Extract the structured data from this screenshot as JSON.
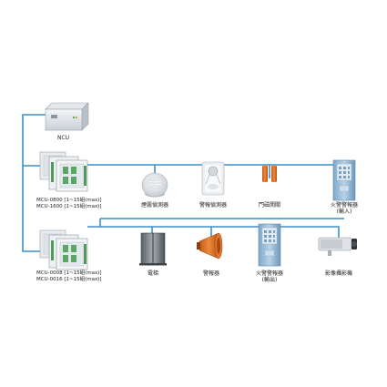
{
  "colors": {
    "bus_line": "#3a8fc9",
    "background": "#ffffff"
  },
  "ncu": {
    "label": "NCU",
    "icon": "controller-box-icon"
  },
  "mcu_top": {
    "line1": "MCU-0800 [1~15組(max)]",
    "line2": "MCU-1600 [1~15組(max)]",
    "icon": "io-module-icon"
  },
  "mcu_bottom": {
    "line1": "MCU-0008 [1~15組(max)]",
    "line2": "MCU-0016 [1~15組(max)]",
    "icon": "io-module-icon"
  },
  "input_devices": [
    {
      "label": "煙霧偵測器",
      "icon": "smoke-detector-icon"
    },
    {
      "label": "警報偵測器",
      "icon": "motion-sensor-icon"
    },
    {
      "label": "門磁開關",
      "icon": "door-magnetic-switch-icon"
    },
    {
      "label": "火警警報器",
      "sublabel": "(輸入)",
      "icon": "fire-alarm-panel-icon"
    }
  ],
  "output_devices": [
    {
      "label": "電梯",
      "icon": "elevator-icon"
    },
    {
      "label": "警報器",
      "icon": "siren-horn-icon"
    },
    {
      "label": "火警警報器",
      "sublabel": "(輸出)",
      "icon": "fire-alarm-panel-icon"
    },
    {
      "label": "影像攝影機",
      "icon": "security-camera-icon"
    }
  ]
}
